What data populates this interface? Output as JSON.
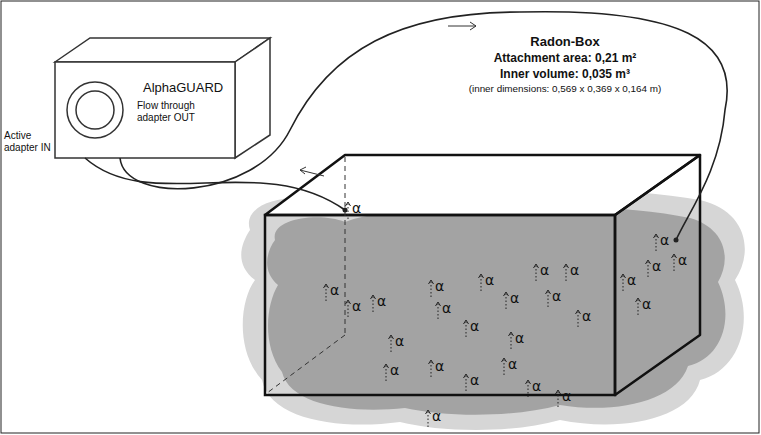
{
  "diagram": {
    "nodes": [
      {
        "text": [
          "AlphaGUARD"
        ]
      },
      {
        "text": [
          "Radon-Box",
          "Attachment area: 0,21 m²",
          "Inner volume: 0,035 m³",
          "(inner dimensions: 0,569 x 0,369 x 0,164 m)"
        ]
      }
    ],
    "edges": [
      {
        "from": 0,
        "to": 1,
        "arrow": "none"
      },
      {
        "from": 1,
        "to": 0,
        "arrow": "none"
      }
    ],
    "labels": [
      "Active adapter IN",
      "Flow through adapter OUT",
      "α",
      "α",
      "α",
      "α",
      "α",
      "α",
      "α",
      "α",
      "α",
      "α",
      "α",
      "α",
      "α",
      "α",
      "α",
      "α",
      "α",
      "α",
      "α",
      "α",
      "α",
      "α",
      "α",
      "α",
      "α",
      "α",
      "α"
    ]
  }
}
